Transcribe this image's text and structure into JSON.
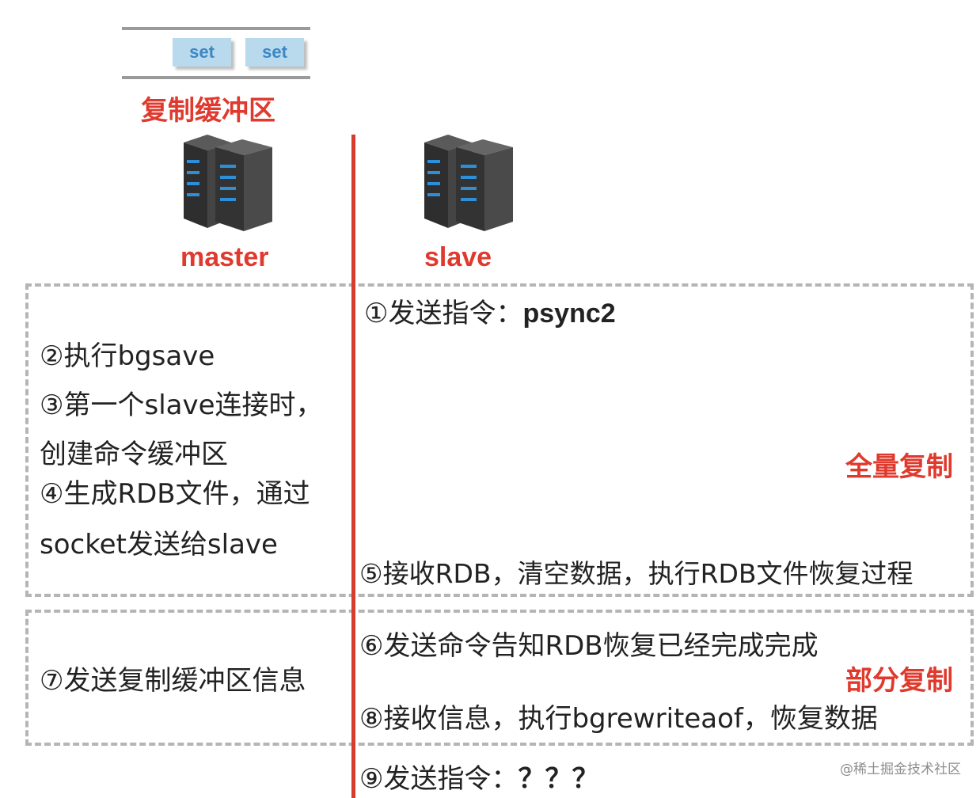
{
  "buffer": {
    "cells": [
      "set",
      "set"
    ],
    "label": "复制缓冲区"
  },
  "nodes": {
    "master": "master",
    "slave": "slave"
  },
  "sections": {
    "full": "全量复制",
    "partial": "部分复制"
  },
  "steps": {
    "s1_prefix": "①发送指令：",
    "s1_cmd": "psync2",
    "s2": "②执行bgsave",
    "s3_line1": "③第一个slave连接时，",
    "s3_line2": "创建命令缓冲区",
    "s4_line1": "④生成RDB文件，通过",
    "s4_line2": "socket发送给slave",
    "s5": "⑤接收RDB，清空数据，执行RDB文件恢复过程",
    "s6": "⑥发送命令告知RDB恢复已经完成完成",
    "s7": "⑦发送复制缓冲区信息",
    "s8": "⑧接收信息，执行bgrewriteaof，恢复数据",
    "s9_prefix": "⑨发送指令：",
    "s9_cmd": "？？？"
  },
  "colors": {
    "accent_red": "#e03a2e",
    "buffer_cell": "#b9d9ec",
    "buffer_text": "#3d87c4"
  },
  "watermark": "@稀土掘金技术社区"
}
